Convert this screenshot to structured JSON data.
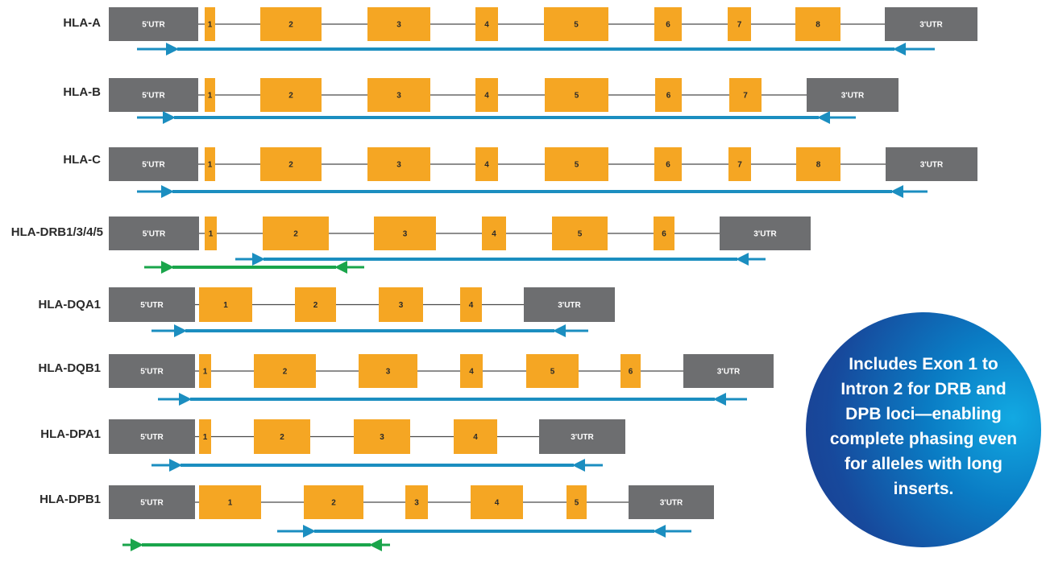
{
  "colors": {
    "utr": "#6d6e70",
    "exon": "#f5a623",
    "intron_line": "#4a4a4a",
    "blue_amplicon": "#1b8ec0",
    "green_amplicon": "#1aa54b",
    "utr_text": "#ffffff",
    "exon_text": "#2a2a2a"
  },
  "loci": [
    {
      "gene": "HLA-A",
      "utr5": "5'UTR",
      "utr3": "3'UTR",
      "exons": [
        "1",
        "2",
        "3",
        "4",
        "5",
        "6",
        "7",
        "8"
      ],
      "amplicons": [
        "blue"
      ]
    },
    {
      "gene": "HLA-B",
      "utr5": "5'UTR",
      "utr3": "3'UTR",
      "exons": [
        "1",
        "2",
        "3",
        "4",
        "5",
        "6",
        "7"
      ],
      "amplicons": [
        "blue"
      ]
    },
    {
      "gene": "HLA-C",
      "utr5": "5'UTR",
      "utr3": "3'UTR",
      "exons": [
        "1",
        "2",
        "3",
        "4",
        "5",
        "6",
        "7",
        "8"
      ],
      "amplicons": [
        "blue"
      ]
    },
    {
      "gene": "HLA-DRB1/3/4/5",
      "utr5": "5'UTR",
      "utr3": "3'UTR",
      "exons": [
        "1",
        "2",
        "3",
        "4",
        "5",
        "6"
      ],
      "amplicons": [
        "blue",
        "green"
      ]
    },
    {
      "gene": "HLA-DQA1",
      "utr5": "5'UTR",
      "utr3": "3'UTR",
      "exons": [
        "1",
        "2",
        "3",
        "4"
      ],
      "amplicons": [
        "blue"
      ]
    },
    {
      "gene": "HLA-DQB1",
      "utr5": "5'UTR",
      "utr3": "3'UTR",
      "exons": [
        "1",
        "2",
        "3",
        "4",
        "5",
        "6"
      ],
      "amplicons": [
        "blue"
      ]
    },
    {
      "gene": "HLA-DPA1",
      "utr5": "5'UTR",
      "utr3": "3'UTR",
      "exons": [
        "1",
        "2",
        "3",
        "4"
      ],
      "amplicons": [
        "blue"
      ]
    },
    {
      "gene": "HLA-DPB1",
      "utr5": "5'UTR",
      "utr3": "3'UTR",
      "exons": [
        "1",
        "2",
        "3",
        "4",
        "5"
      ],
      "amplicons": [
        "blue",
        "green"
      ]
    }
  ],
  "callout": {
    "text": "Includes Exon 1 to Intron 2 for DRB and DPB loci—enabling complete phasing even for alleles with long inserts."
  }
}
